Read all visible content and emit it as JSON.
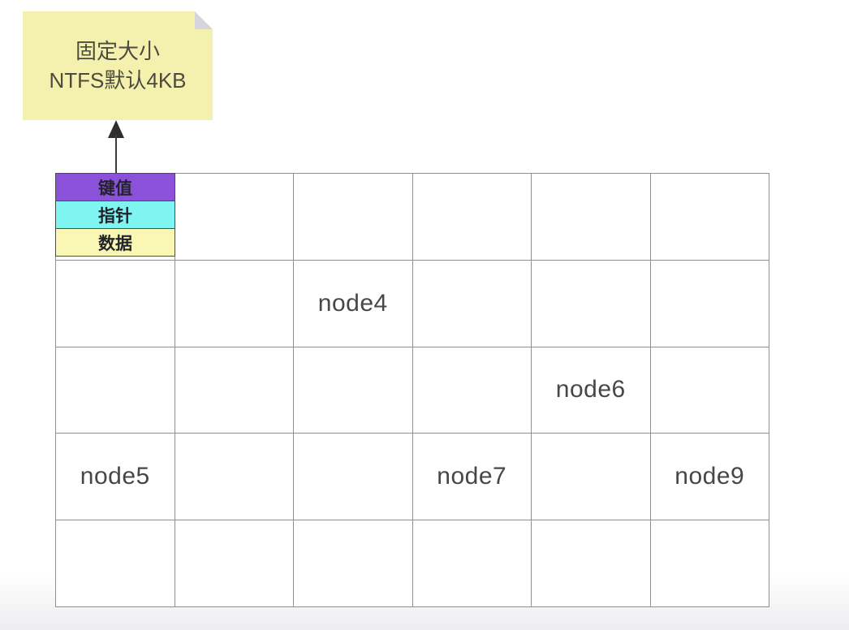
{
  "note": {
    "lines": [
      "固定大小",
      "NTFS默认4KB"
    ],
    "bg_color": "#f4f0ad",
    "fold_color": "#d6d4db",
    "text_color": "#4b4b3e"
  },
  "icons": {
    "arrow_up": "↑"
  },
  "legend": {
    "items": [
      {
        "label": "键值",
        "color": "#8b52d9"
      },
      {
        "label": "指针",
        "color": "#7ff5f1"
      },
      {
        "label": "数据",
        "color": "#faf6b4"
      }
    ]
  },
  "grid": {
    "rows": 5,
    "cols": 6,
    "line_color": "#8f8f8f",
    "cells": [
      [
        "",
        "",
        "",
        "",
        "",
        ""
      ],
      [
        "",
        "",
        "node4",
        "",
        "",
        ""
      ],
      [
        "",
        "",
        "",
        "",
        "node6",
        ""
      ],
      [
        "node5",
        "",
        "",
        "node7",
        "",
        "node9"
      ],
      [
        "",
        "",
        "",
        "",
        "",
        ""
      ]
    ]
  }
}
